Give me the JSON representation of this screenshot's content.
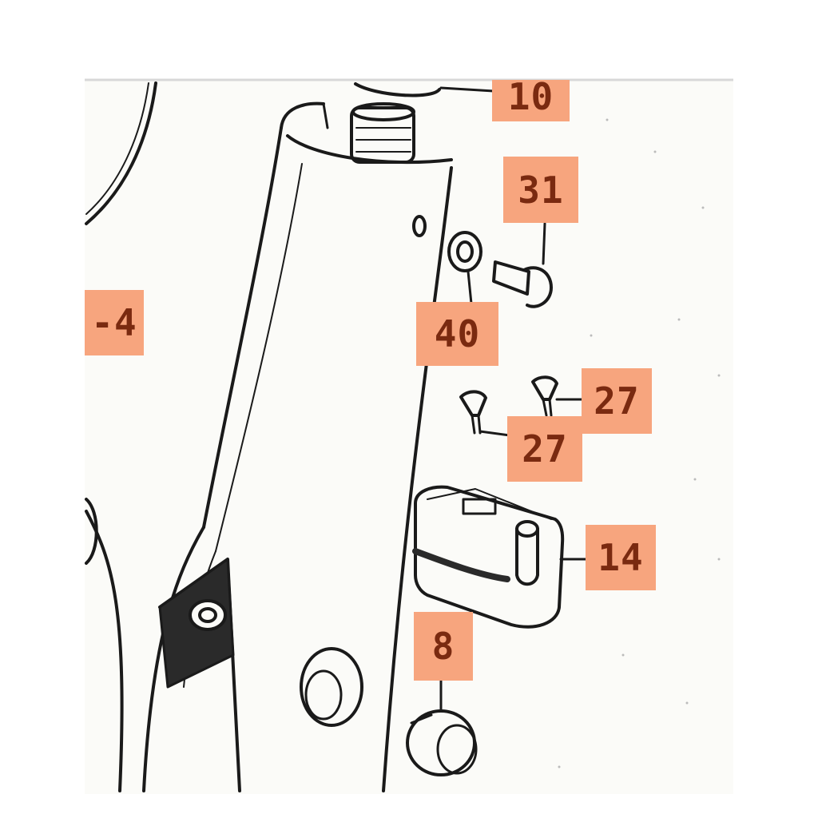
{
  "colors": {
    "callout_fill": "#f7a57e",
    "callout_text": "#7a2a10",
    "line_art": "#1a1a1a",
    "paper": "#fbfbf8"
  },
  "callouts": [
    {
      "id": "10",
      "label": "10"
    },
    {
      "id": "31",
      "label": "31"
    },
    {
      "id": "4",
      "label": "-4"
    },
    {
      "id": "40",
      "label": "40"
    },
    {
      "id": "27a",
      "label": "27"
    },
    {
      "id": "27b",
      "label": "27"
    },
    {
      "id": "14",
      "label": "14"
    },
    {
      "id": "8",
      "label": "8"
    }
  ]
}
